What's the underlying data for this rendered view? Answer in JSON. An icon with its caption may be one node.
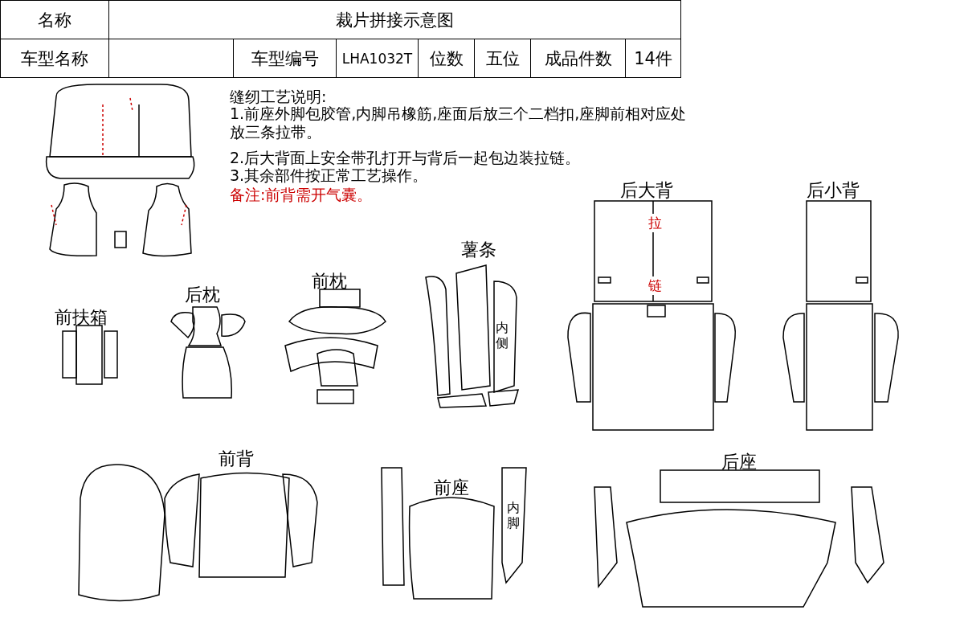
{
  "diagram": {
    "labels": [
      "名称",
      "裁片拼接示意图",
      "车型名称",
      "车型编号",
      "LHA1032T",
      "位数",
      "五位",
      "成品件数",
      "14件",
      "缝纫工艺说明:",
      "1.前座外脚包胶管,内脚吊橡筋,座面后放三个二档扣,座脚前相对应处放三条拉带。",
      "2.后大背面上安全带孔打开与背后一起包边装拉链。",
      "3.其余部件按正常工艺操作。",
      "备注:前背需开气囊。",
      "后大背",
      "后小背",
      "拉",
      "链",
      "薯条",
      "前扶箱",
      "后枕",
      "前枕",
      "内侧",
      "前背",
      "前座",
      "内脚",
      "后座"
    ]
  }
}
